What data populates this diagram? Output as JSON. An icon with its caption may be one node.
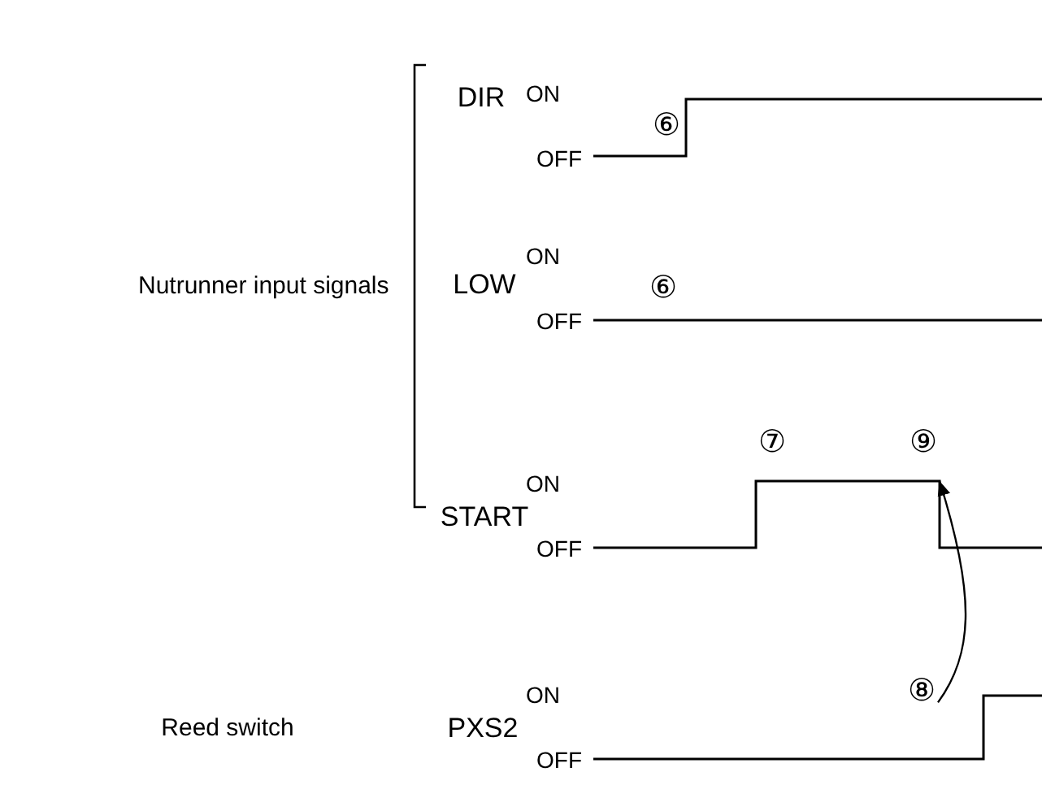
{
  "diagram": {
    "nodes": [
      {
        "text": [
          "⑨"
        ]
      },
      {
        "text": [
          "⑧"
        ]
      }
    ],
    "edges": [
      {
        "from": 1,
        "to": 0,
        "arrow": "to"
      }
    ],
    "labels": [
      "ON",
      "DIR",
      "⑥",
      "OFF",
      "Nutrunner input signals",
      "ON",
      "LOW",
      "⑥",
      "OFF",
      "⑦",
      "ON",
      "START",
      "OFF",
      "Reed switch",
      "ON",
      "PXS2",
      "OFF"
    ]
  }
}
